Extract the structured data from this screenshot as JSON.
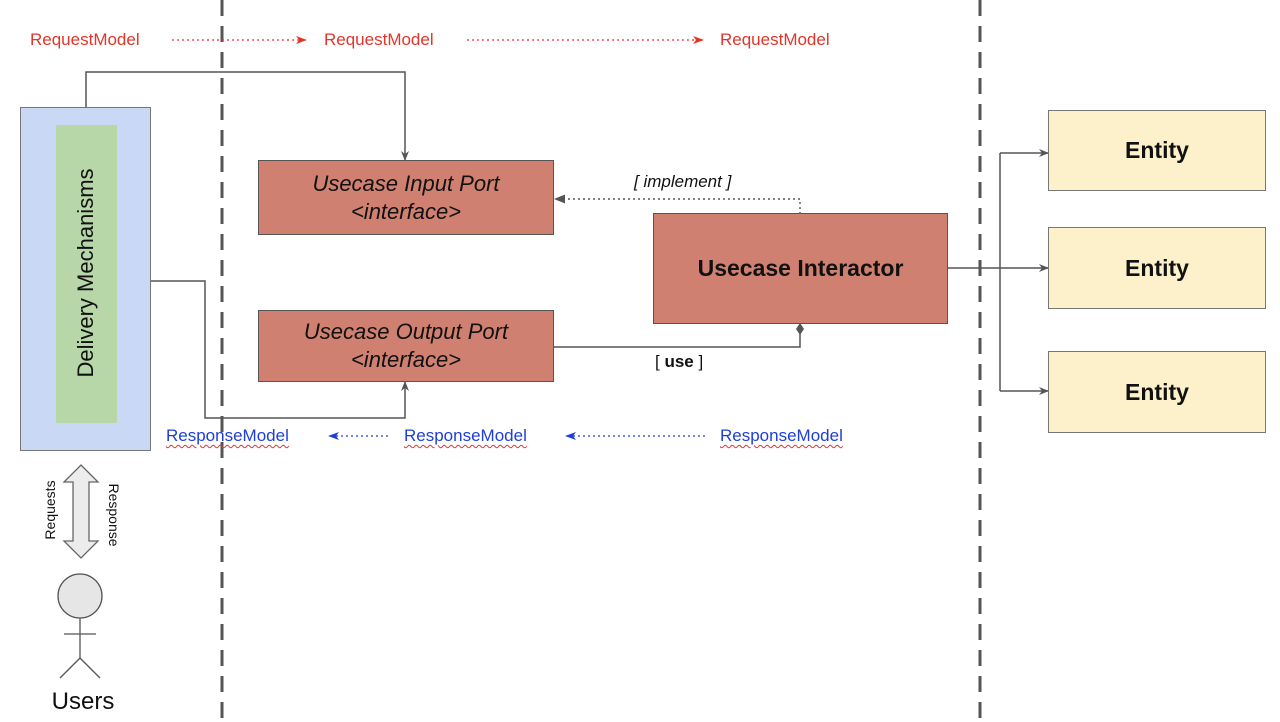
{
  "request_models": [
    "RequestModel",
    "RequestModel",
    "RequestModel"
  ],
  "response_models": [
    "ResponseModel",
    "ResponseModel",
    "ResponseModel"
  ],
  "delivery": {
    "label": "Delivery Mechanisms"
  },
  "input_port": {
    "line1": "Usecase Input Port",
    "line2": "<interface>"
  },
  "output_port": {
    "line1": "Usecase Output Port",
    "line2": "<interface>"
  },
  "interactor": {
    "label": "Usecase Interactor"
  },
  "relations": {
    "implement": "[ implement ]",
    "use_open": "[ ",
    "use_word": "use",
    "use_close": " ]"
  },
  "entities": [
    "Entity",
    "Entity",
    "Entity"
  ],
  "user": {
    "requests": "Requests",
    "response": "Response",
    "label": "Users"
  },
  "colors": {
    "request": "#e2352a",
    "response": "#1f3ed8",
    "usecase_box": "#d08070",
    "entity_box": "#fdf1cc",
    "delivery_outer": "#c9d9f5",
    "delivery_inner": "#b7d7a8"
  }
}
